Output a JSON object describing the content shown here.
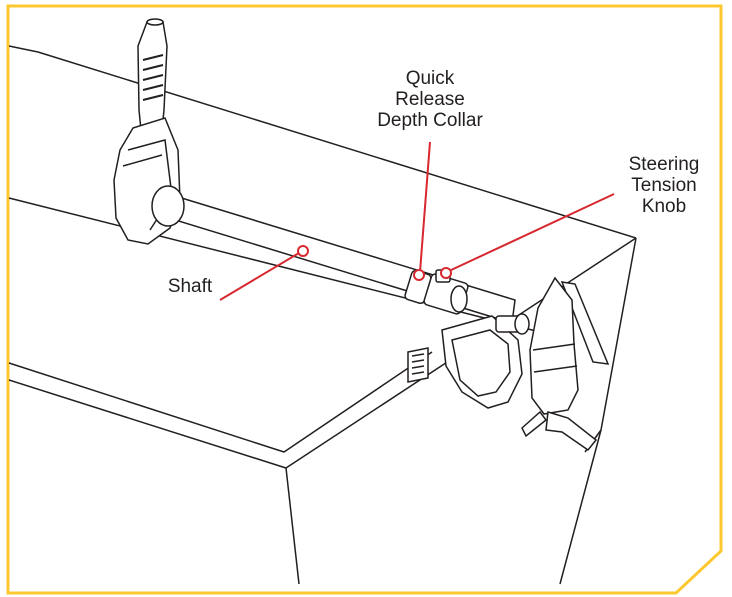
{
  "frame": {
    "border_color": "#FDC82F"
  },
  "leader_color": "#D7282F",
  "labels": {
    "collar": [
      "Quick",
      "Release",
      "Depth Collar"
    ],
    "tension": [
      "Steering",
      "Tension",
      "Knob"
    ],
    "shaft": "Shaft"
  }
}
